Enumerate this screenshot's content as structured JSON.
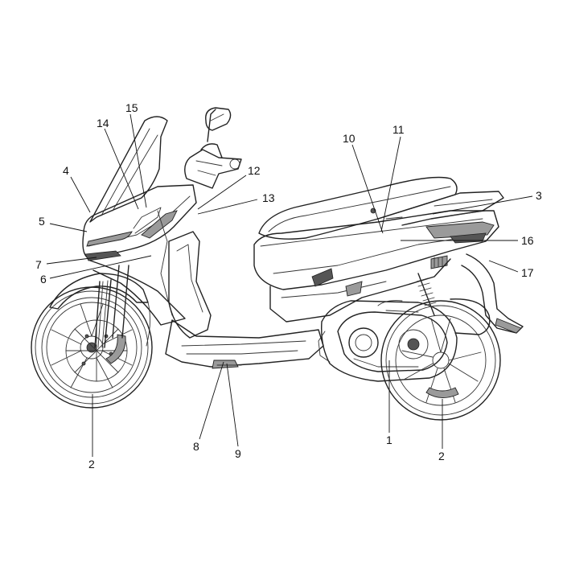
{
  "callouts": [
    {
      "key": "c15",
      "label": "15"
    },
    {
      "key": "c14",
      "label": "14"
    },
    {
      "key": "c4",
      "label": "4"
    },
    {
      "key": "c5",
      "label": "5"
    },
    {
      "key": "c7",
      "label": "7"
    },
    {
      "key": "c6",
      "label": "6"
    },
    {
      "key": "c12",
      "label": "12"
    },
    {
      "key": "c13",
      "label": "13"
    },
    {
      "key": "c10",
      "label": "10"
    },
    {
      "key": "c11",
      "label": "11"
    },
    {
      "key": "c3",
      "label": "3"
    },
    {
      "key": "c16",
      "label": "16"
    },
    {
      "key": "c17",
      "label": "17"
    },
    {
      "key": "c2a",
      "label": "2"
    },
    {
      "key": "c8",
      "label": "8"
    },
    {
      "key": "c9",
      "label": "9"
    },
    {
      "key": "c1",
      "label": "1"
    },
    {
      "key": "c2b",
      "label": "2"
    }
  ]
}
